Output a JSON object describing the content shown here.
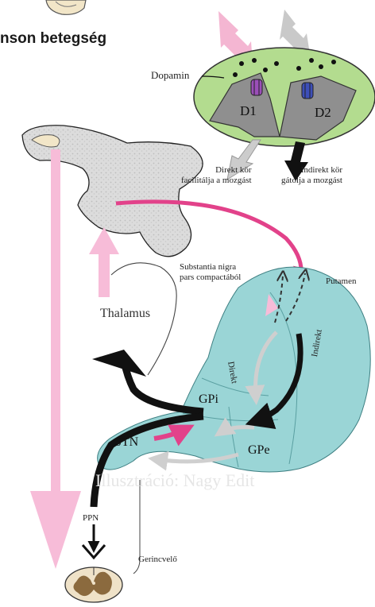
{
  "title": "nson betegség",
  "labels": {
    "dopamin": "Dopamin",
    "d1": "D1",
    "d2": "D2",
    "direkt_kor_1": "Direkt kör",
    "direkt_kor_2": "facilitálja a mozgást",
    "indirekt_kor_1": "Indirekt kör",
    "indirekt_kor_2": "gátolja a mozgást",
    "substantia_1": "Substantia nigra",
    "substantia_2": "pars compactából",
    "putamen": "Putamen",
    "thalamus": "Thalamus",
    "direkt": "Direkt",
    "indirekt": "Indirekt",
    "gpi": "GPi",
    "gpe": "GPe",
    "stn": "STN",
    "ppn": "PPN",
    "gerincvelo": "Gerincvelő",
    "credit": "Illusztráció: Nagy Edit"
  },
  "colors": {
    "pink": "#f7bcd8",
    "magenta": "#e2428a",
    "teal": "#9ad5d6",
    "green": "#b3dc8f",
    "gray_texture": "#d9d9d9",
    "black": "#111111"
  }
}
